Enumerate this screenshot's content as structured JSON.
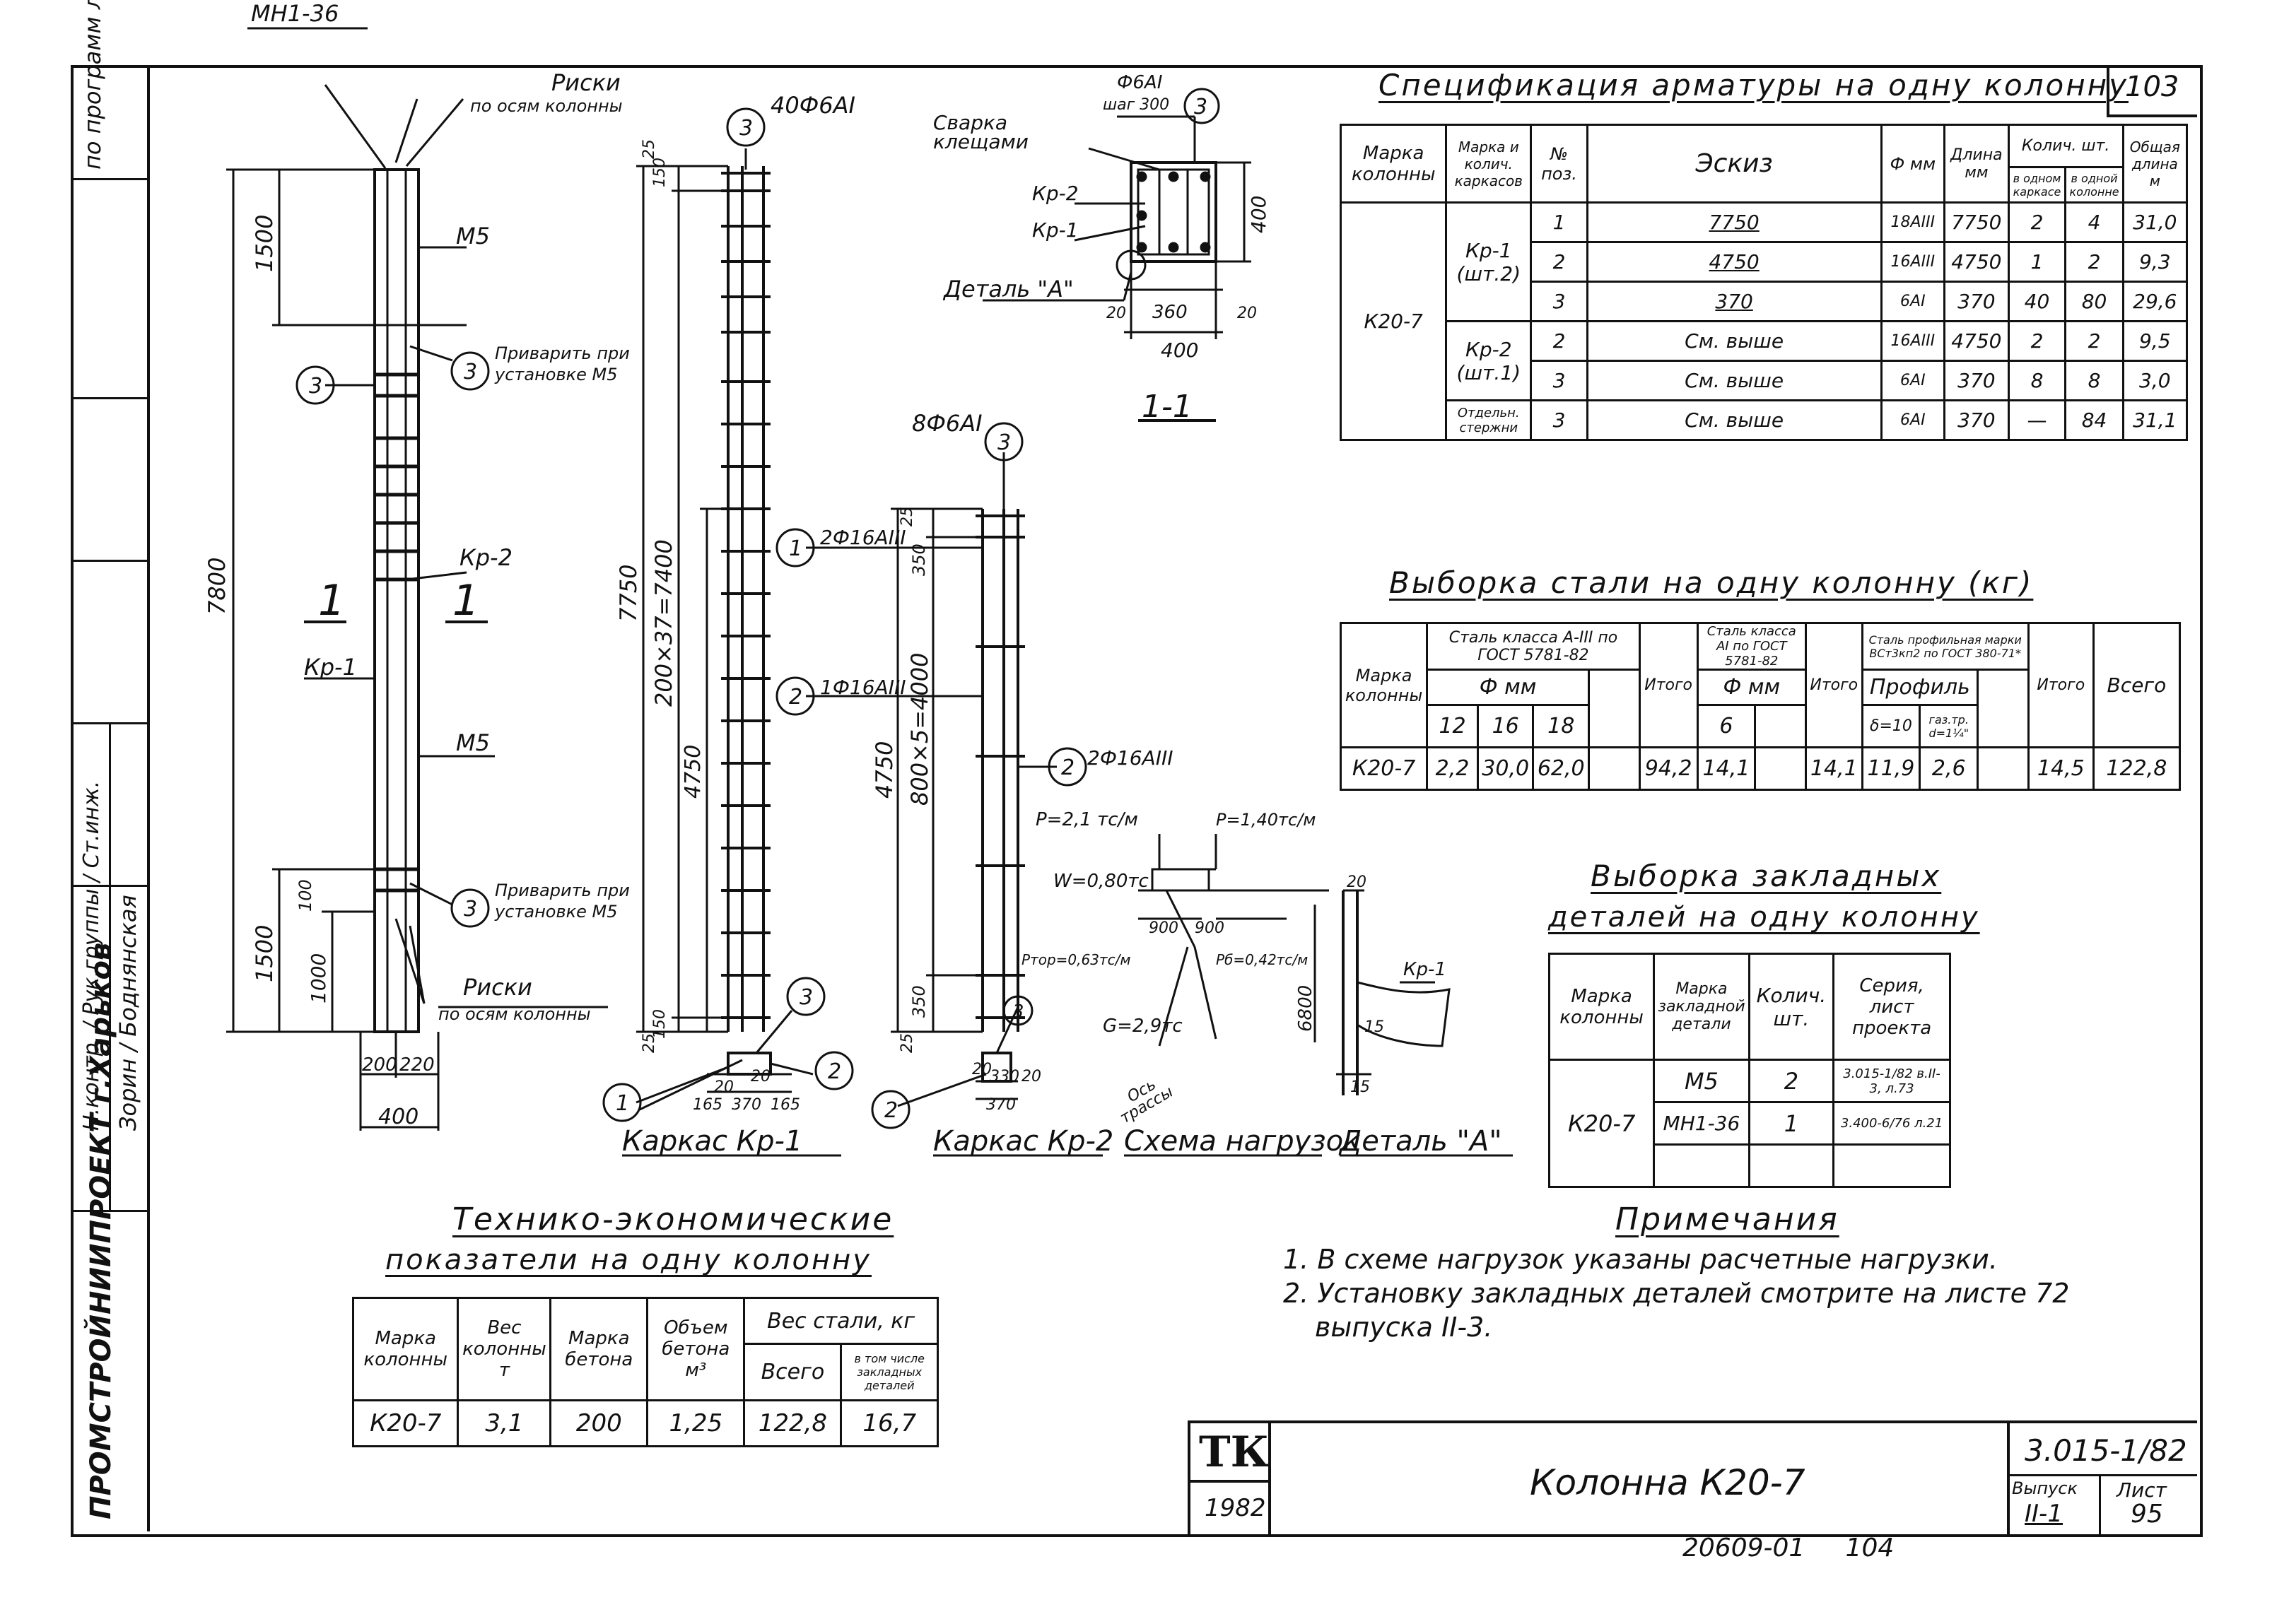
{
  "sheet_number_top": "103",
  "left_strip": {
    "top": "по программ лес",
    "role1": "Н.контр. / Рук.группы / Ст.инж.",
    "names": "Зорин / Боднянская",
    "org": "ПРОМСТРОЙНИИПРОЕКТ г.Харьков"
  },
  "drawing": {
    "mark_top": "МН1-36",
    "riski_top": "Риски",
    "riski_top2": "по осям колонны",
    "riski_bot": "Риски",
    "riski_bot2": "по осям колонны",
    "m5_top": "М5",
    "m5_bot": "М5",
    "kr2": "Кр-2",
    "kr1": "Кр-1",
    "weld_top": "Приварить при установке М5",
    "weld_bot": "Приварить при установке М5",
    "dim_7800": "7800",
    "dim_1500a": "1500",
    "dim_1500b": "1500",
    "dim_1000": "1000",
    "dim_100": "100",
    "dim_200": "200",
    "dim_220": "220",
    "dim_400": "400",
    "section_mark": "1",
    "circle3": "3",
    "circle3b": "3",
    "frame1_bars": "40Ф6АI",
    "frame1_total": "7750",
    "frame1_pitch": "200×37=7400",
    "frame1_4750": "4750",
    "frame1_150": "150",
    "frame1_25": "25",
    "frame2_bars": "8Ф6АI",
    "frame2_b1": "2Ф16АIII",
    "frame2_b2": "1Ф16АIII",
    "frame2_b3": "2Ф16АIII",
    "frame2_4750": "4750",
    "frame2_pitch": "800×5=4000",
    "frame2_350a": "350",
    "frame2_350b": "350",
    "frame2_25": "25",
    "sec_165a": "165",
    "sec_370": "370",
    "sec_165b": "165",
    "sec_20": "20",
    "sec_330": "330",
    "sec_370b": "370",
    "lbl_kr1": "Каркас Кр-1",
    "lbl_kr2": "Каркас Кр-2",
    "lbl_loads": "Схема нагрузок",
    "lbl_detail": "Деталь \"А\"",
    "sec11_bars": "Ф6АI шаг 300",
    "sec11_weld": "Сварка клещами",
    "sec11_kr2": "Кр-2",
    "sec11_kr1": "Кр-1",
    "sec11_detail": "Деталь \"А\"",
    "sec11_400": "400",
    "sec11_360": "360",
    "sec11_20a": "20",
    "sec11_20b": "20",
    "sec11_400b": "400",
    "sec11_label": "1-1",
    "load_p1": "P=2,1 тс/м",
    "load_p2": "P=1,40тс/м",
    "load_w": "W=0,80тс",
    "load_900a": "900",
    "load_900b": "900",
    "load_ptop": "Pтор=0,63тс/м",
    "load_pb": "Pб=0,42тс/м",
    "load_g": "G=2,9тс",
    "load_6800": "6800",
    "load_axis": "Ось трассы",
    "det_kr1": "Кр-1",
    "det_20": "20",
    "det_15a": "15",
    "det_15b": "15"
  },
  "spec": {
    "title": "Спецификация арматуры на одну колонну",
    "headers": [
      "Марка колонны",
      "Марка и колич. каркасов",
      "№ поз.",
      "Эскиз",
      "Ф мм",
      "Длина мм",
      "Колич. шт.",
      "в одном каркасе",
      "в одной колонне",
      "Общая длина м"
    ],
    "col_mark": "К20-7",
    "groups": [
      {
        "name": "Кр-1 (шт.2)",
        "rows": [
          {
            "pos": "1",
            "sketch": "7750",
            "dia": "18АIII",
            "len": "7750",
            "q1": "2",
            "q2": "4",
            "total": "31,0"
          },
          {
            "pos": "2",
            "sketch": "4750",
            "dia": "16АIII",
            "len": "4750",
            "q1": "1",
            "q2": "2",
            "total": "9,3"
          },
          {
            "pos": "3",
            "sketch": "370",
            "dia": "6АI",
            "len": "370",
            "q1": "40",
            "q2": "80",
            "total": "29,6"
          }
        ]
      },
      {
        "name": "Кр-2 (шт.1)",
        "rows": [
          {
            "pos": "2",
            "sketch": "См. выше",
            "dia": "16АIII",
            "len": "4750",
            "q1": "2",
            "q2": "2",
            "total": "9,5"
          },
          {
            "pos": "3",
            "sketch": "См. выше",
            "dia": "6АI",
            "len": "370",
            "q1": "8",
            "q2": "8",
            "total": "3,0"
          }
        ]
      },
      {
        "name": "Отдельн. стержни",
        "rows": [
          {
            "pos": "3",
            "sketch": "См. выше",
            "dia": "6АI",
            "len": "370",
            "q1": "—",
            "q2": "84",
            "total": "31,1"
          }
        ]
      }
    ]
  },
  "steel": {
    "title": "Выборка стали на одну колонну (кг)",
    "h_mark": "Марка колонны",
    "h_a3": "Сталь класса А-III по ГОСТ 5781-82",
    "h_a1": "Сталь класса АI по ГОСТ 5781-82",
    "h_prof": "Сталь профильная марки ВСт3кп2 по ГОСТ 380-71*",
    "h_fmm": "Ф мм",
    "h_fmm2": "Ф мм",
    "h_profile": "Профиль",
    "h_12": "12",
    "h_16": "16",
    "h_18": "18",
    "h_itogo": "Итого",
    "h_6": "6",
    "h_itogo2": "Итого",
    "h_d10": "δ=10",
    "h_pipe": "газ.тр. d=1¼\"",
    "h_itogo3": "Итого",
    "h_total": "Всего",
    "row": [
      "К20-7",
      "2,2",
      "30,0",
      "62,0",
      "",
      "94,2",
      "14,1",
      "",
      "14,1",
      "11,9",
      "2,6",
      "",
      "14,5",
      "122,8"
    ]
  },
  "embedded": {
    "title1": "Выборка закладных",
    "title2": "деталей на одну колонну",
    "headers": [
      "Марка колонны",
      "Марка закладной детали",
      "Колич. шт.",
      "Серия, лист проекта"
    ],
    "mark": "К20-7",
    "rows": [
      {
        "part": "М5",
        "qty": "2",
        "series": "3.015-1/82 в.II-3, л.73"
      },
      {
        "part": "МН1-36",
        "qty": "1",
        "series": "3.400-6/76 л.21"
      }
    ]
  },
  "notes": {
    "title": "Примечания",
    "items": [
      "1. В схеме нагрузок указаны расчетные нагрузки.",
      "2. Установку закладных деталей смотрите на листе 72",
      "выпуска II-3."
    ]
  },
  "tech": {
    "title1": "Технико-экономические",
    "title2": "показатели на одну колонну",
    "headers": [
      "Марка колонны",
      "Вес колонны т",
      "Марка бетона",
      "Объем бетона м³",
      "Вес стали, кг",
      "Всего",
      "в том числе закладных деталей"
    ],
    "row": [
      "К20-7",
      "3,1",
      "200",
      "1,25",
      "122,8",
      "16,7"
    ]
  },
  "stamp": {
    "logo": "ТК",
    "year": "1982",
    "title": "Колонна К20-7",
    "code": "3.015-1/82",
    "vypusk_label": "Выпуск",
    "vypusk": "II-1",
    "list_label": "Лист",
    "list": "95"
  },
  "footer": "20609-01     104"
}
